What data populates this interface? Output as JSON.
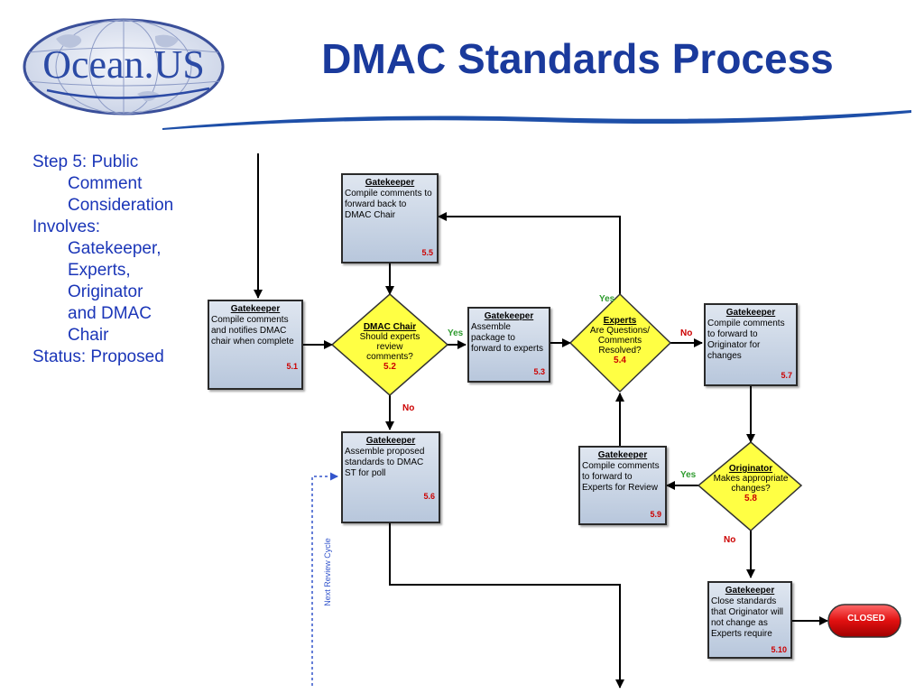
{
  "slide": {
    "title": "DMAC Standards Process",
    "logo_text": "Ocean.US"
  },
  "sidebar": {
    "step_line1": "Step 5: Public",
    "step_line2": "Comment",
    "step_line3": "Consideration",
    "involves_label": "Involves:",
    "involves_line1": "Gatekeeper,",
    "involves_line2": "Experts,",
    "involves_line3": "Originator",
    "involves_line4": "and DMAC",
    "involves_line5": "Chair",
    "status": "Status: Proposed"
  },
  "nodes": {
    "n51": {
      "role": "Gatekeeper",
      "text": "Compile comments and notifies DMAC chair when complete",
      "id": "5.1"
    },
    "n52": {
      "role": "DMAC Chair",
      "text": "Should experts review comments?",
      "id": "5.2"
    },
    "n53": {
      "role": "Gatekeeper",
      "text": "Assemble package to forward to experts",
      "id": "5.3"
    },
    "n54": {
      "role": "Experts",
      "text": "Are Questions/ Comments Resolved?",
      "id": "5.4"
    },
    "n55": {
      "role": "Gatekeeper",
      "text": "Compile comments to forward back to DMAC Chair",
      "id": "5.5"
    },
    "n56": {
      "role": "Gatekeeper",
      "text": "Assemble proposed standards to DMAC ST for poll",
      "id": "5.6"
    },
    "n57": {
      "role": "Gatekeeper",
      "text": "Compile comments to forward to Originator for changes",
      "id": "5.7"
    },
    "n58": {
      "role": "Originator",
      "text": "Makes appropriate changes?",
      "id": "5.8"
    },
    "n59": {
      "role": "Gatekeeper",
      "text": "Compile comments to forward to Experts for Review",
      "id": "5.9"
    },
    "n510": {
      "role": "Gatekeeper",
      "text": "Close standards that Originator will not change as Experts require",
      "id": "5.10"
    },
    "closed": "CLOSED"
  },
  "edge_labels": {
    "yes": "Yes",
    "no": "No",
    "next_review_cycle": "Next Review Cycle"
  },
  "colors": {
    "title": "#1a3a9c",
    "sidebar_text": "#1b36b8",
    "yes_label": "#2e9b2e",
    "no_label": "#cc0000",
    "decision_fill": "#ffff44",
    "closed_fill": "#dd1111"
  }
}
